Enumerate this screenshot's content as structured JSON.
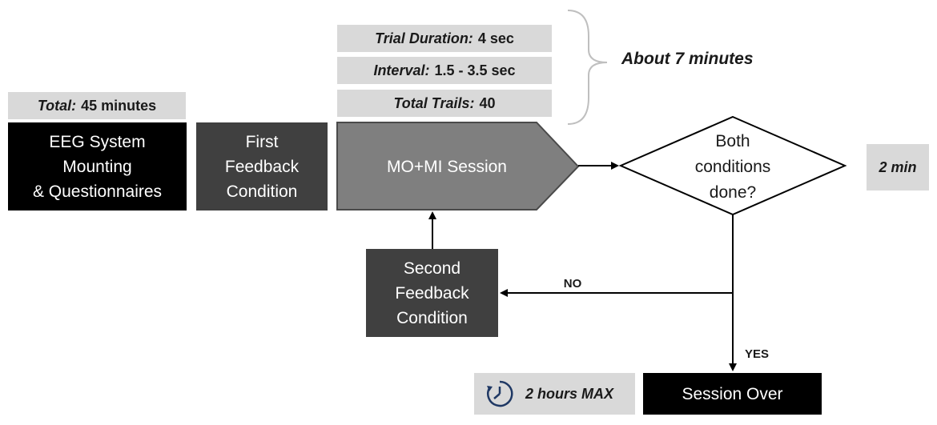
{
  "trial_info": {
    "duration": {
      "label": "Trial Duration:",
      "value": "4 sec"
    },
    "interval": {
      "label": "Interval:",
      "value": "1.5 - 3.5 sec"
    },
    "trails": {
      "label": "Total Trails:",
      "value": "40"
    }
  },
  "about_time": "About 7 minutes",
  "total": {
    "label": "Total:",
    "value": "45 minutes"
  },
  "eeg_block": {
    "line1": "EEG System",
    "line2": "Mounting",
    "line3": "& Questionnaires"
  },
  "first_feedback": {
    "line1": "First",
    "line2": "Feedback",
    "line3": "Condition"
  },
  "session_block": "MO+MI Session",
  "decision": {
    "line1": "Both",
    "line2": "conditions",
    "line3": "done?"
  },
  "decision_time": "2 min",
  "second_feedback": {
    "line1": "Second",
    "line2": "Feedback",
    "line3": "Condition"
  },
  "no_label": "NO",
  "yes_label": "YES",
  "session_over": "Session Over",
  "max_time": "2 hours MAX",
  "icons": {
    "clock": "clock-icon",
    "brace": "right-brace"
  },
  "colors": {
    "black_block": "#000000",
    "dark_block": "#404040",
    "session_block": "#7f7f7f",
    "label_bg": "#d9d9d9",
    "clock_blue": "#1f3864"
  }
}
